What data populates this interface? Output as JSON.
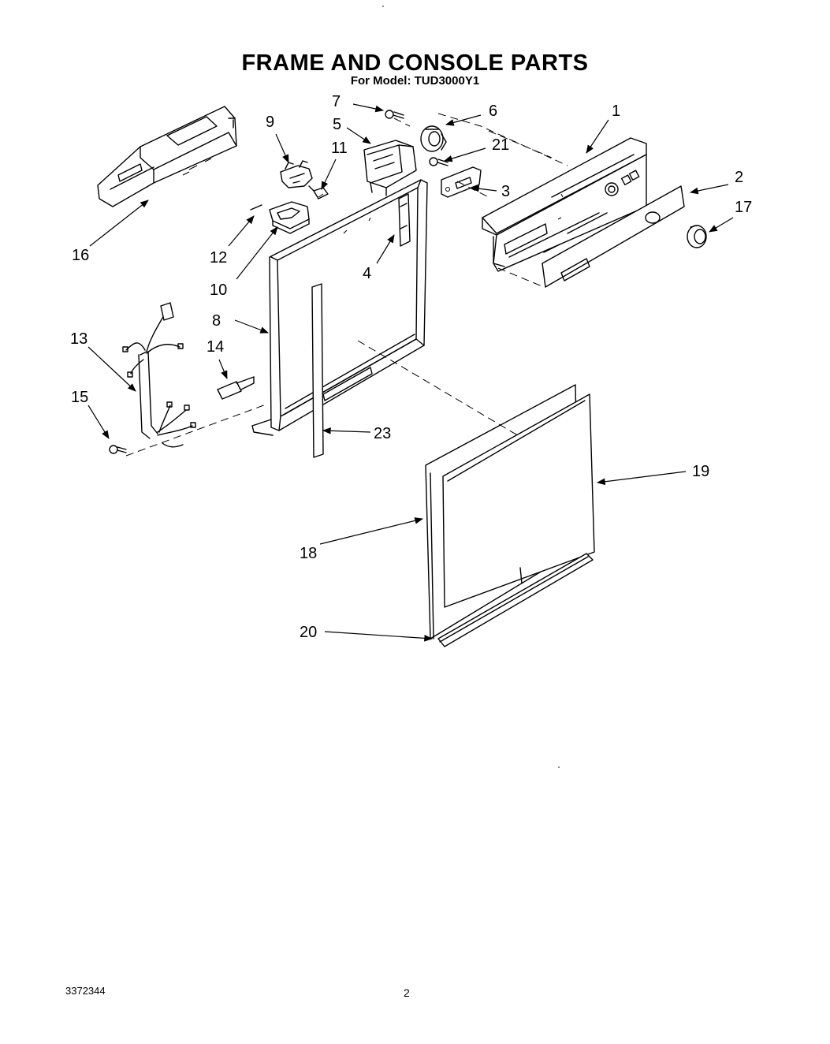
{
  "header": {
    "title": "FRAME AND CONSOLE PARTS",
    "subtitle": "For Model: TUD3000Y1"
  },
  "callouts": [
    "1",
    "2",
    "3",
    "4",
    "5",
    "6",
    "7",
    "8",
    "9",
    "10",
    "11",
    "12",
    "13",
    "14",
    "15",
    "16",
    "17",
    "18",
    "19",
    "20",
    "21",
    "23"
  ],
  "footer": {
    "doc_number": "3372344",
    "page_number": "2"
  }
}
